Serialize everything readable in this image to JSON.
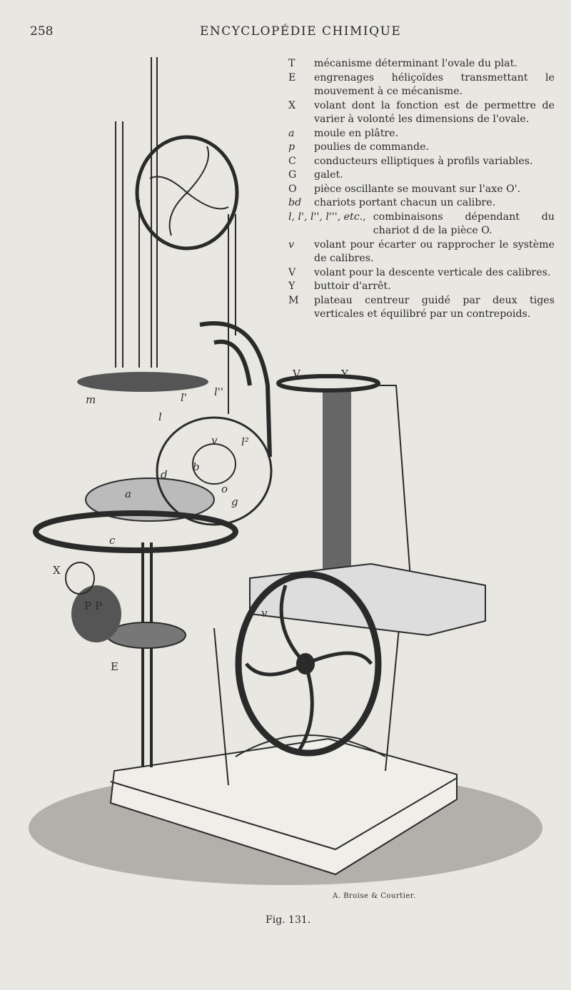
{
  "header": {
    "page_number": "258",
    "title": "ENCYCLOPÉDIE CHIMIQUE"
  },
  "legend": [
    {
      "key": "T",
      "text": "mécanisme déterminant l'ovale du plat."
    },
    {
      "key": "E",
      "text": "engrenages héliçoïdes transmettant le mouvement à ce mécanisme."
    },
    {
      "key": "X",
      "text": "volant dont la fonction est de permettre de varier à volonté les dimensions de l'ovale."
    },
    {
      "key": "a",
      "text": "moule en plâtre."
    },
    {
      "key": "p",
      "text": "poulies de commande."
    },
    {
      "key": "C",
      "text": "conducteurs elliptiques à profils variables."
    },
    {
      "key": "G",
      "text": "galet."
    },
    {
      "key": "O",
      "text": "pièce oscillante se mouvant sur l'axe O'."
    },
    {
      "key": "bd",
      "text": "chariots portant chacun un calibre."
    },
    {
      "key": "l, l', l'', l''', etc.,",
      "text": "combinaisons dépendant du chariot d de la pièce O."
    },
    {
      "key": "v",
      "text": "volant pour écarter ou rapprocher le système de calibres."
    },
    {
      "key": "V",
      "text": "volant pour la descente verticale des calibres."
    },
    {
      "key": "Y",
      "text": "buttoir d'arrêt."
    },
    {
      "key": "M",
      "text": "plateau centreur guidé par deux tiges verticales et équilibré par un contrepoids."
    }
  ],
  "figure_labels": {
    "m": "m",
    "V": "V",
    "Y": "Y",
    "l": "l",
    "l1": "l'",
    "l2": "l''",
    "lsup": "l²",
    "v_small": "v",
    "d": "d",
    "b": "b",
    "a": "a",
    "o": "o",
    "g": "g",
    "c": "c",
    "X": "X",
    "PP": "P P",
    "E": "E",
    "v_big": "v"
  },
  "figure": {
    "credit": "A. Broise & Courtier.",
    "caption": "Fig. 131."
  }
}
